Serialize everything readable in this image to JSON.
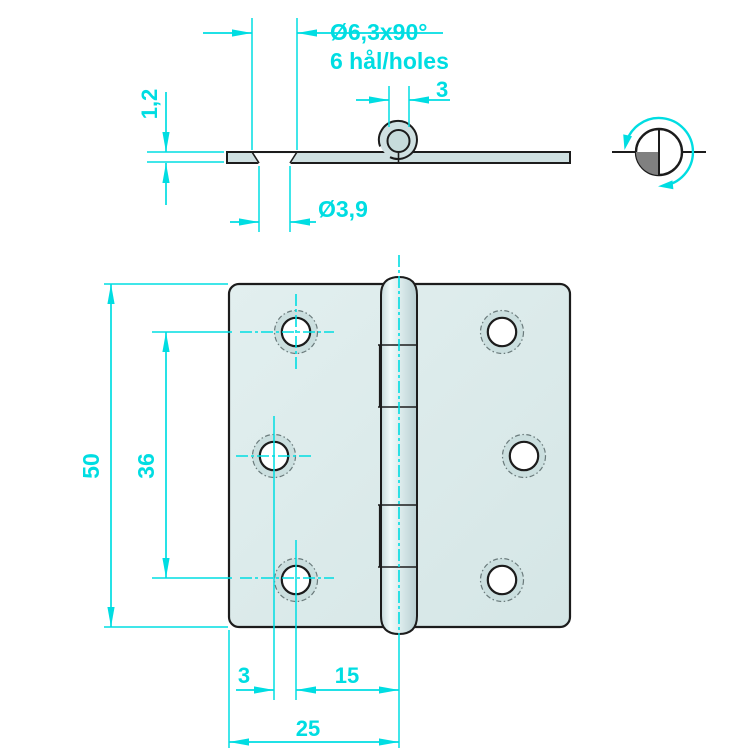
{
  "drawing": {
    "title": "hinge technical drawing, 6-hole square hinge",
    "side_view": {
      "countersink": "Ø6,3x90°",
      "holes_note": "6 hål/holes",
      "pin_diameter": "3",
      "plate_thickness": "1,2",
      "hole_diameter": "Ø3,9"
    },
    "front_view": {
      "overall_height": "50",
      "hole_row_spacing": "36",
      "middle_hole_offset": "3",
      "hole_to_centerline": "15",
      "leaf_width": "25"
    },
    "colors": {
      "dimension_cyan": "#00dde2",
      "outline": "#1c1c1c",
      "metal_fill": "#dcebeb",
      "metal_shadow": "#c3d7d8",
      "symbol_gray": "#808080"
    }
  }
}
